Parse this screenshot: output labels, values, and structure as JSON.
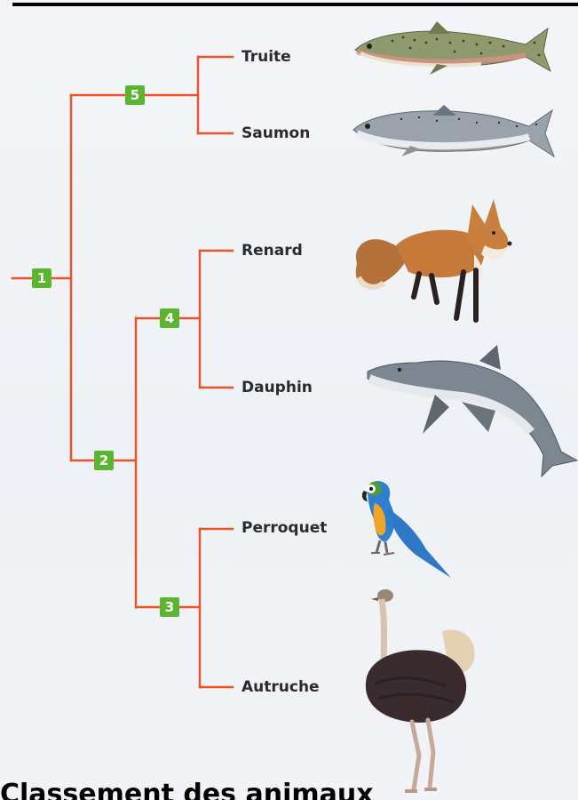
{
  "tree": {
    "nodes": {
      "n1": "1",
      "n2": "2",
      "n3": "3",
      "n4": "4",
      "n5": "5"
    },
    "leaves": {
      "truite": "Truite",
      "saumon": "Saumon",
      "renard": "Renard",
      "dauphin": "Dauphin",
      "perroquet": "Perroquet",
      "autruche": "Autruche"
    },
    "line_color": "#e8532a",
    "node_color": "#5cb531"
  },
  "illustrations": [
    "trout-illustration",
    "salmon-illustration",
    "fox-illustration",
    "dolphin-illustration",
    "parrot-illustration",
    "ostrich-illustration"
  ],
  "bottom_heading": "Classement des animaux"
}
